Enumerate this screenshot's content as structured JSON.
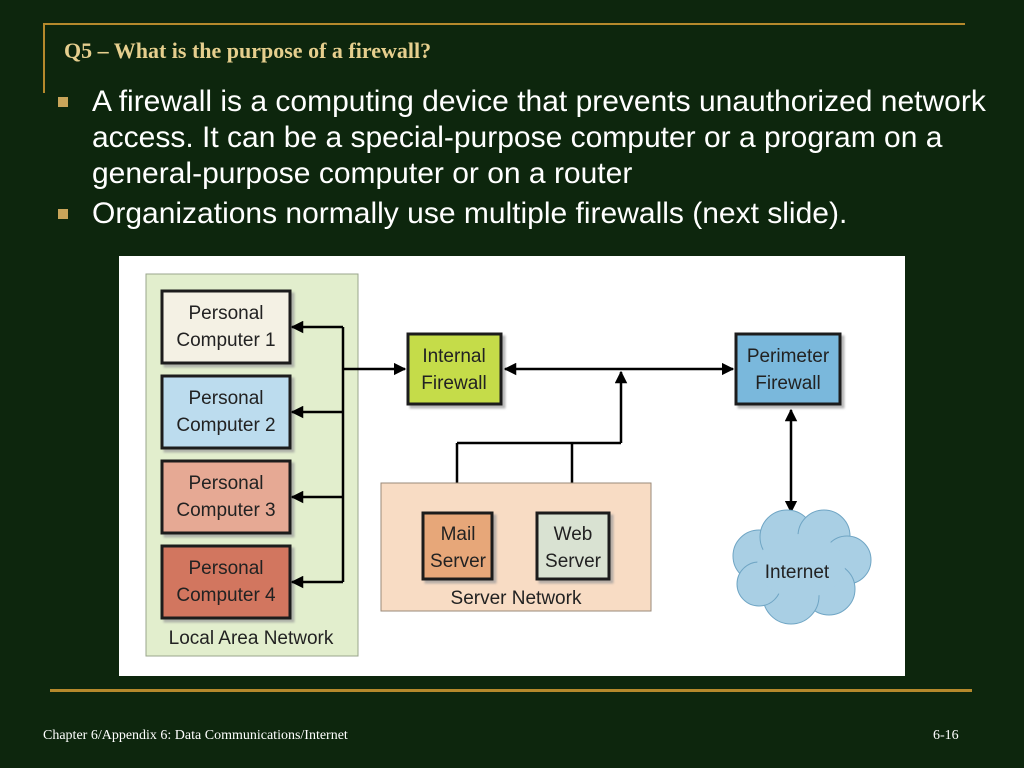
{
  "slide": {
    "title": "Q5 – What is the purpose of a firewall?",
    "bullets": [
      "A firewall is a computing device that prevents unauthorized network access. It can be a special-purpose computer or a program on a general-purpose computer or on a router",
      "Organizations normally use multiple firewalls (next slide)."
    ],
    "footer_left": "Chapter 6/Appendix 6: Data Communications/Internet",
    "footer_right": "6-16"
  },
  "diagram": {
    "lan": {
      "label": "Local Area Network",
      "pcs": [
        {
          "line1": "Personal",
          "line2": "Computer 1",
          "color": "#f4f1e4"
        },
        {
          "line1": "Personal",
          "line2": "Computer 2",
          "color": "#bcdcee"
        },
        {
          "line1": "Personal",
          "line2": "Computer 3",
          "color": "#e6a994"
        },
        {
          "line1": "Personal",
          "line2": "Computer 4",
          "color": "#d2765e"
        }
      ]
    },
    "internal_firewall": {
      "line1": "Internal",
      "line2": "Firewall",
      "color": "#c5dc4a"
    },
    "perimeter_firewall": {
      "line1": "Perimeter",
      "line2": "Firewall",
      "color": "#7ab8dc"
    },
    "server_network": {
      "label": "Server Network",
      "mail": {
        "line1": "Mail",
        "line2": "Server",
        "color": "#e7a779"
      },
      "web": {
        "line1": "Web",
        "line2": "Server",
        "color": "#d9e2d2"
      }
    },
    "internet": {
      "label": "Internet"
    },
    "colors": {
      "lan_bg": "#e2eecd",
      "server_bg": "#f8dcc4",
      "cloud": "#a9cfe4",
      "arrow": "#000000"
    }
  }
}
